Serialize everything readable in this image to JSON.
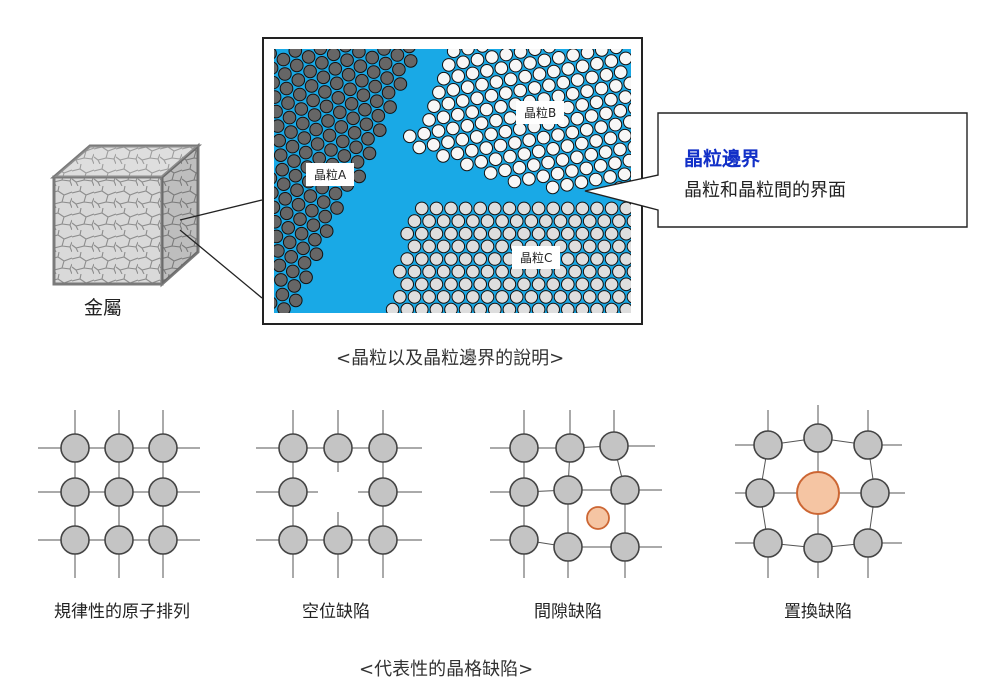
{
  "metal_label": "金屬",
  "grains": {
    "a": "晶粒A",
    "b": "晶粒B",
    "c": "晶粒C"
  },
  "boundary_callout": {
    "title": "晶粒邊界",
    "description": "晶粒和晶粒間的界面"
  },
  "caption_top": "<晶粒以及晶粒邊界的說明>",
  "defects": [
    {
      "label": "規律性的原子排列",
      "icon": "regular-lattice-icon"
    },
    {
      "label": "空位缺陷",
      "icon": "vacancy-defect-icon"
    },
    {
      "label": "間隙缺陷",
      "icon": "interstitial-defect-icon"
    },
    {
      "label": "置換缺陷",
      "icon": "substitutional-defect-icon"
    }
  ],
  "caption_bottom": "<代表性的晶格缺陷>",
  "colors": {
    "boundary": "#19a9e6",
    "grain_a": "#666666",
    "grain_b": "#f7f7f7",
    "grain_c": "#dedede",
    "atom": "#c4c4c4",
    "foreign_atom": "#f5c5a3",
    "foreign_stroke": "#cc6633",
    "callout_title": "#1230c8"
  }
}
